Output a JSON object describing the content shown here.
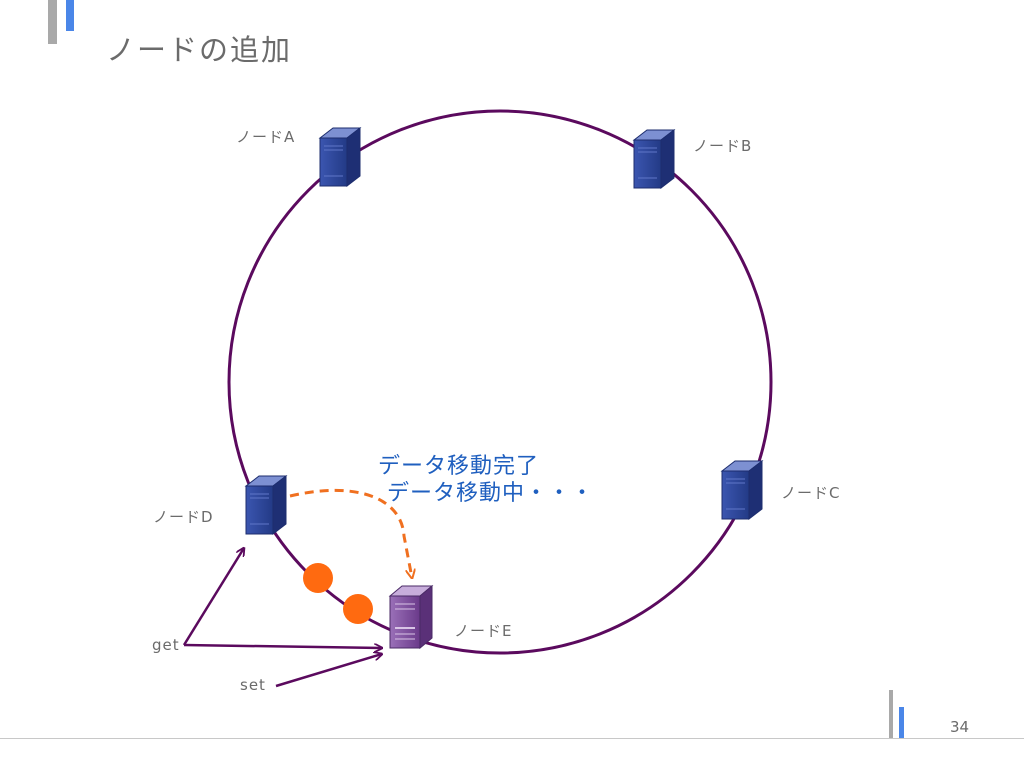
{
  "slide": {
    "title": "ノードの追加",
    "page_number": "34"
  },
  "nodes": {
    "a": "ノードA",
    "b": "ノードB",
    "c": "ノードC",
    "d": "ノードD",
    "e": "ノードE"
  },
  "status": {
    "done": "データ移動完了",
    "moving": "データ移動中・・・"
  },
  "ops": {
    "get": "get",
    "set": "set"
  },
  "colors": {
    "ring": "#5b0a5e",
    "server_blue": "#2a3f8f",
    "server_purple": "#7a4a9a",
    "data_dot": "#ff6a10",
    "migration_arrow": "#f07020",
    "status_text": "#1f5fbf",
    "accent_blue": "#4a86e8",
    "accent_gray": "#a9a9a9"
  },
  "icons": [
    "server-icon",
    "data-dot",
    "arrow-icon"
  ]
}
